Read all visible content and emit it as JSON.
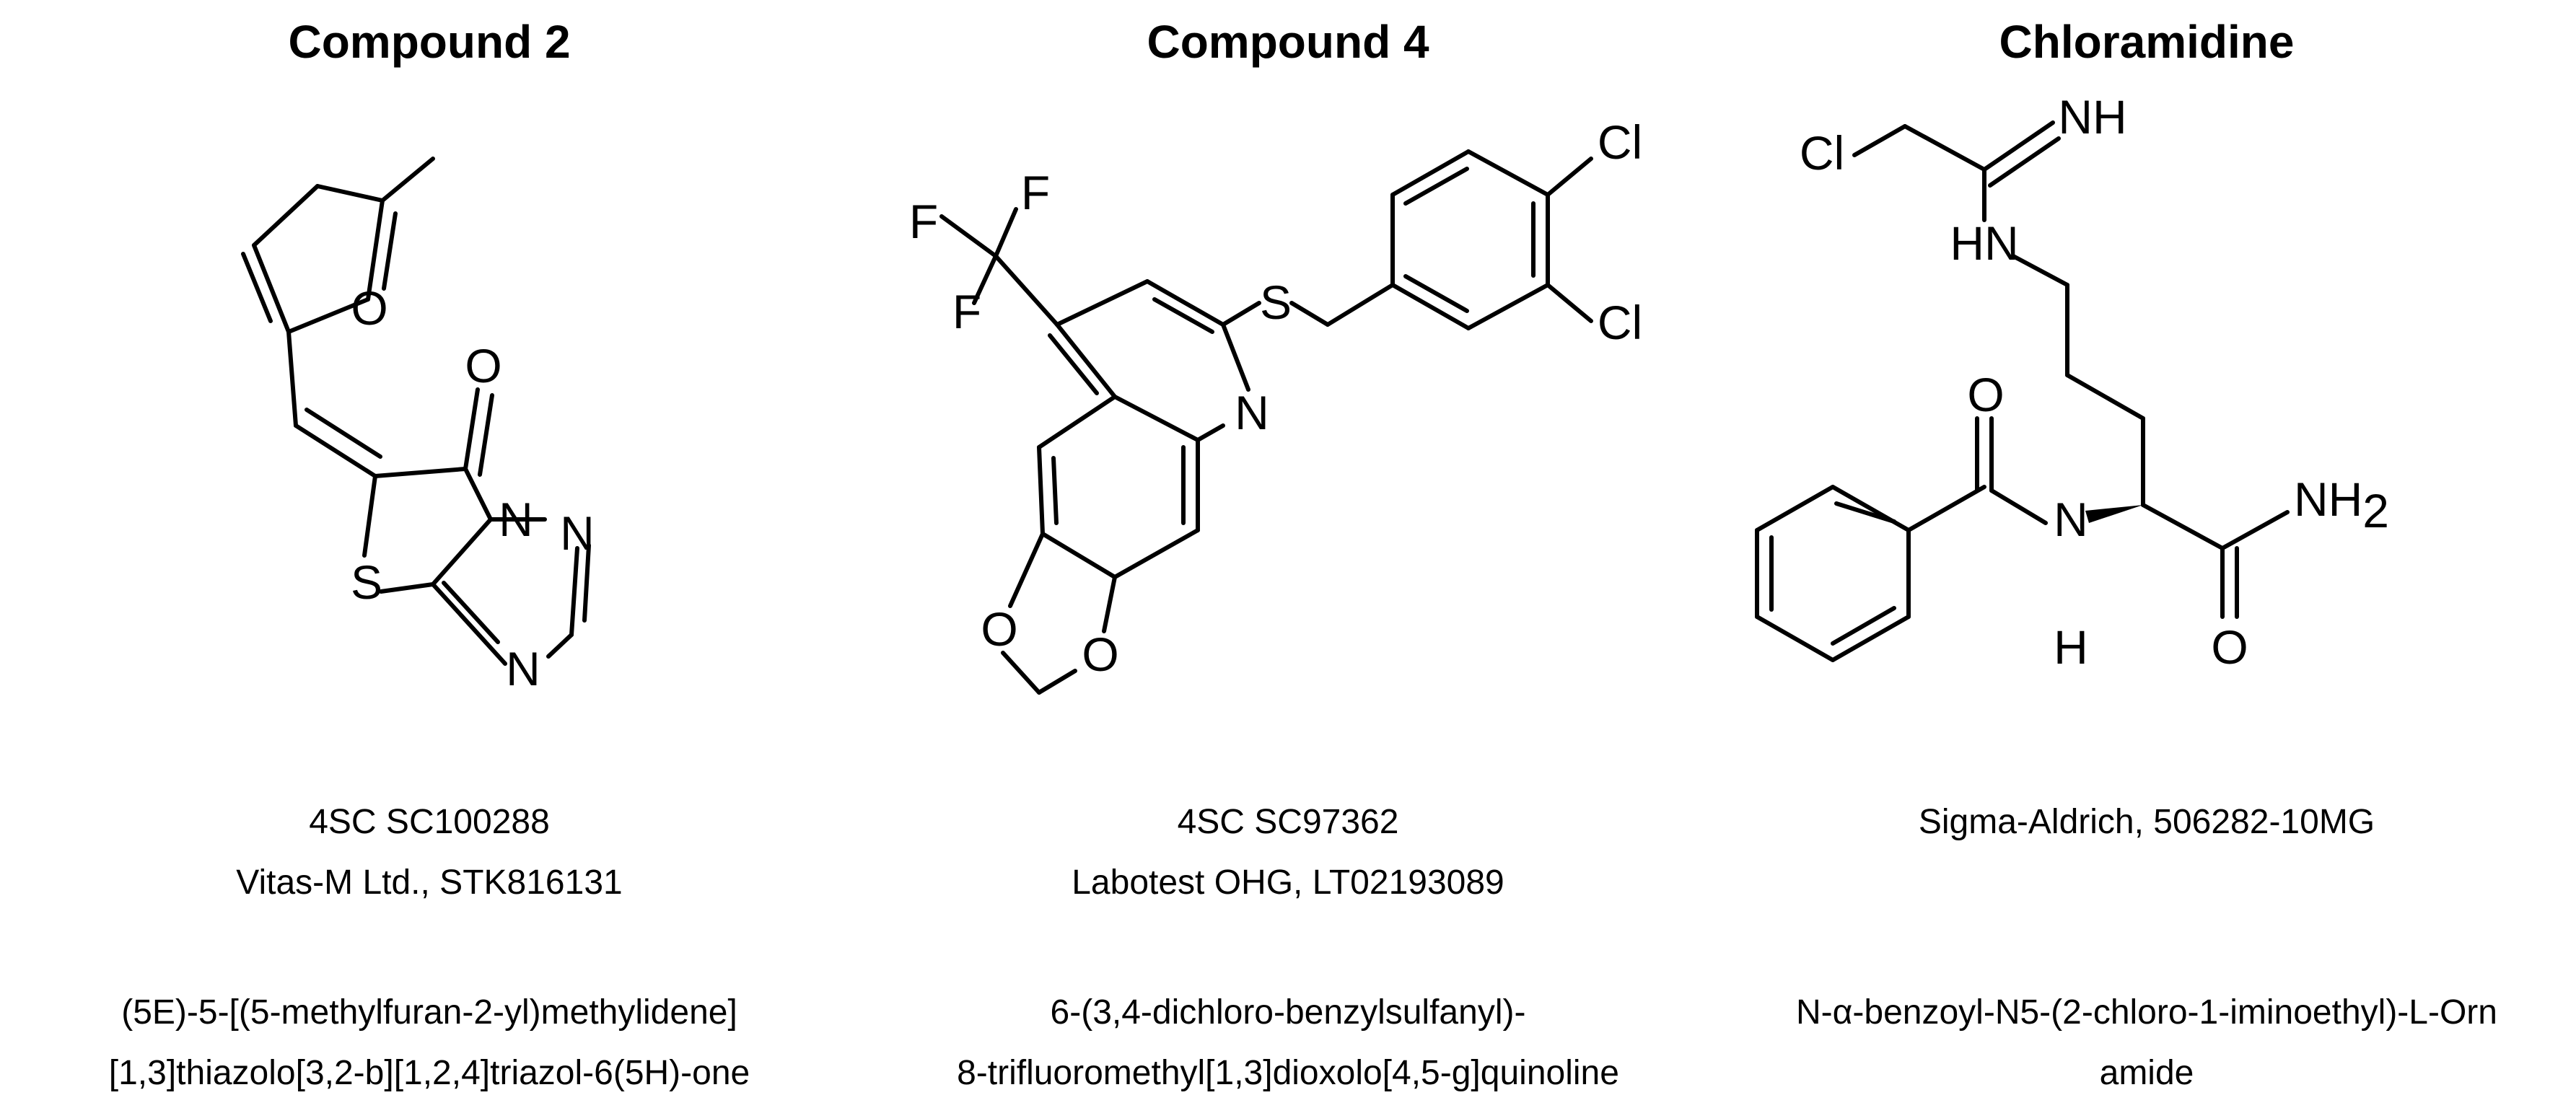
{
  "compounds": [
    {
      "title": "Compound 2",
      "supplier_lines": [
        "4SC SC100288",
        "Vitas-M Ltd., STK816131"
      ],
      "name_lines": [
        "(5E)-5-[(5-methylfuran-2-yl)methylidene]",
        "[1,3]thiazolo[3,2-b][1,2,4]triazol-6(5H)-one"
      ],
      "atoms": {
        "o_furan": "O",
        "o_keto": "O",
        "s": "S",
        "n1": "N",
        "n2": "N",
        "n3": "N"
      }
    },
    {
      "title": "Compound 4",
      "supplier_lines": [
        "4SC SC97362",
        "Labotest OHG, LT02193089"
      ],
      "name_lines": [
        "6-(3,4-dichloro-benzylsulfanyl)-",
        "8-trifluoromethyl[1,3]dioxolo[4,5-g]quinoline"
      ],
      "atoms": {
        "f1": "F",
        "f2": "F",
        "f3": "F",
        "s": "S",
        "n": "N",
        "cl1": "Cl",
        "cl2": "Cl",
        "o1": "O",
        "o2": "O"
      }
    },
    {
      "title": "Chloramidine",
      "supplier_lines": [
        "Sigma-Aldrich, 506282-10MG"
      ],
      "name_lines": [
        "N-α-benzoyl-N5-(2-chloro-1-iminoethyl)-L-Orn",
        "amide"
      ],
      "atoms": {
        "cl": "Cl",
        "nh_imine": "NH",
        "hn": "HN",
        "o_benzoyl": "O",
        "n_amide": "N",
        "h_amide": "H",
        "nh2": "NH",
        "nh2_sub": "2",
        "o_amide": "O"
      }
    }
  ]
}
